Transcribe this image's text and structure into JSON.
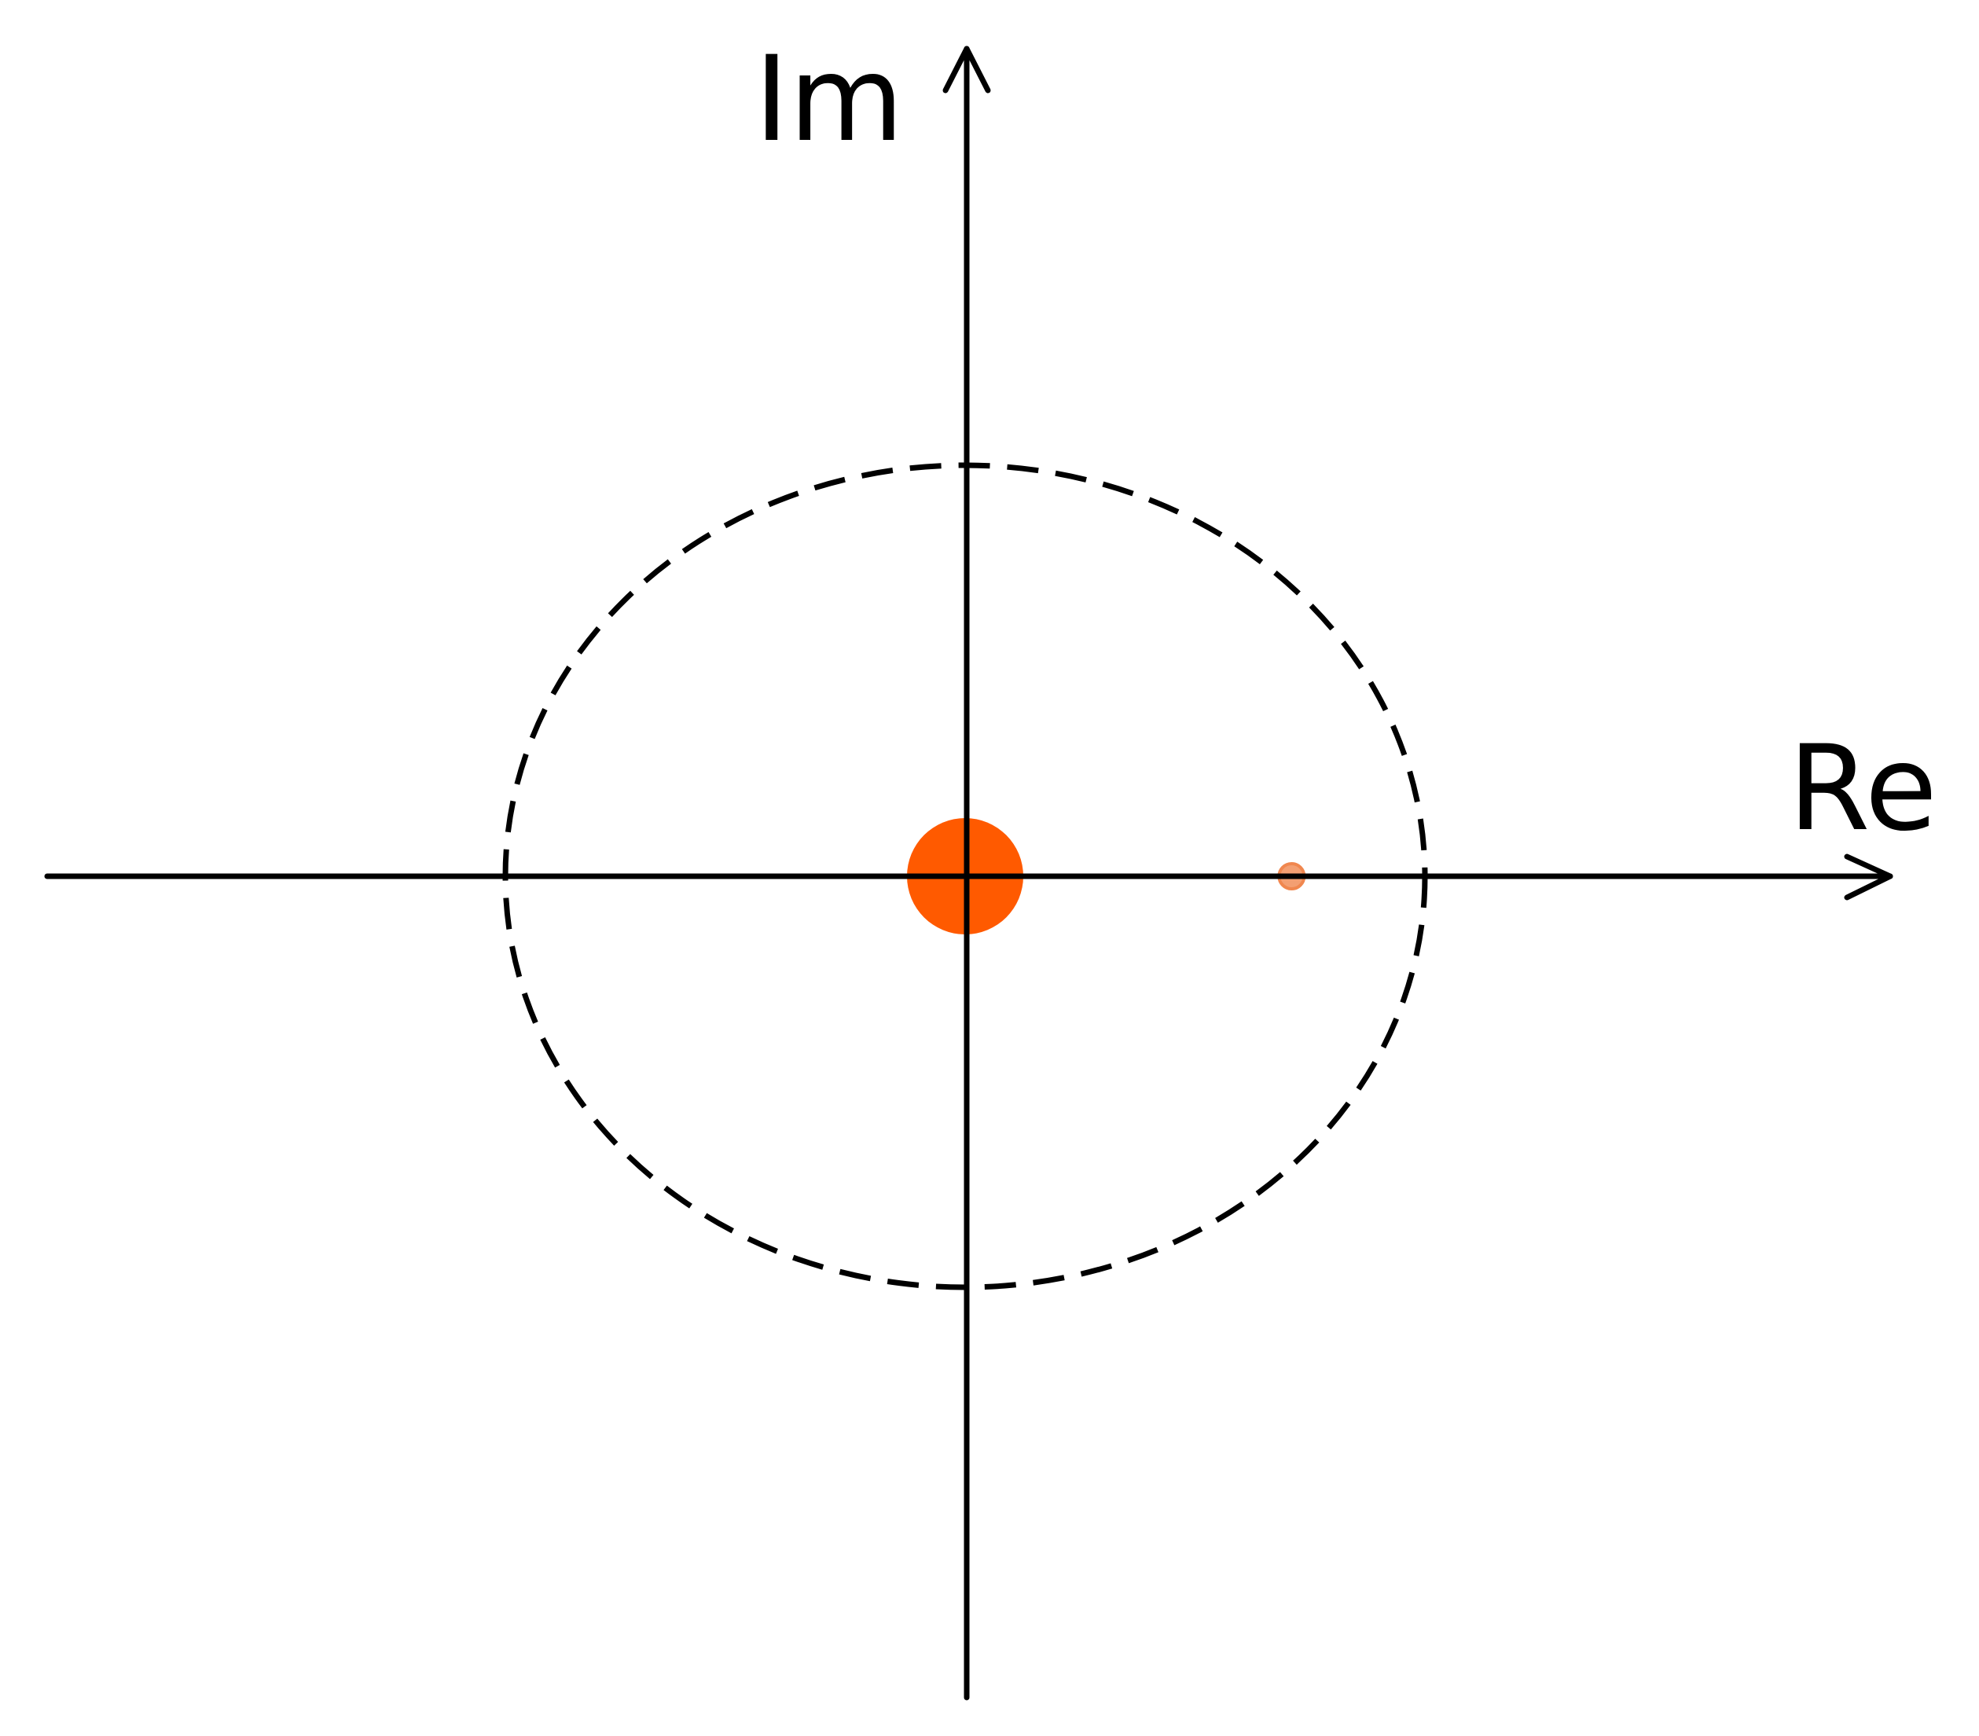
{
  "axes": {
    "x_label": "Re",
    "y_label": "Im"
  },
  "unit_circle": {
    "radius": 1,
    "style": "dashed"
  },
  "points": [
    {
      "re": 0,
      "im": 0,
      "size": "large"
    },
    {
      "re": 0.71,
      "im": 0,
      "size": "small"
    }
  ],
  "colors": {
    "axis": "#000000",
    "circle": "#000000",
    "point_large": "#ff5a00",
    "point_small": "#f0874f"
  }
}
